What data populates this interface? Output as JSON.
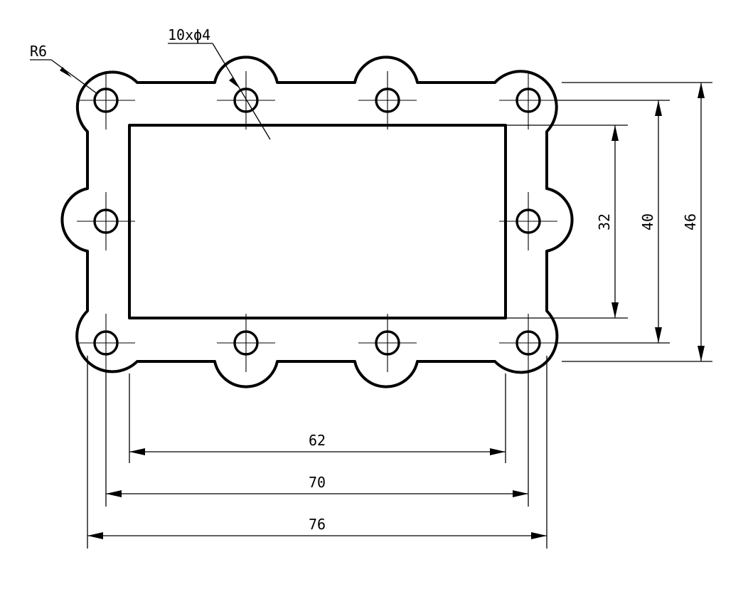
{
  "drawing": {
    "callouts": {
      "radius": "R6",
      "holes": "10xϕ4"
    },
    "dimensions": {
      "width_inner": "62",
      "width_centers": "70",
      "width_overall": "76",
      "height_inner": "32",
      "height_centers": "40",
      "height_overall": "46"
    },
    "colors": {
      "line": "#000000",
      "background": "#ffffff"
    }
  }
}
